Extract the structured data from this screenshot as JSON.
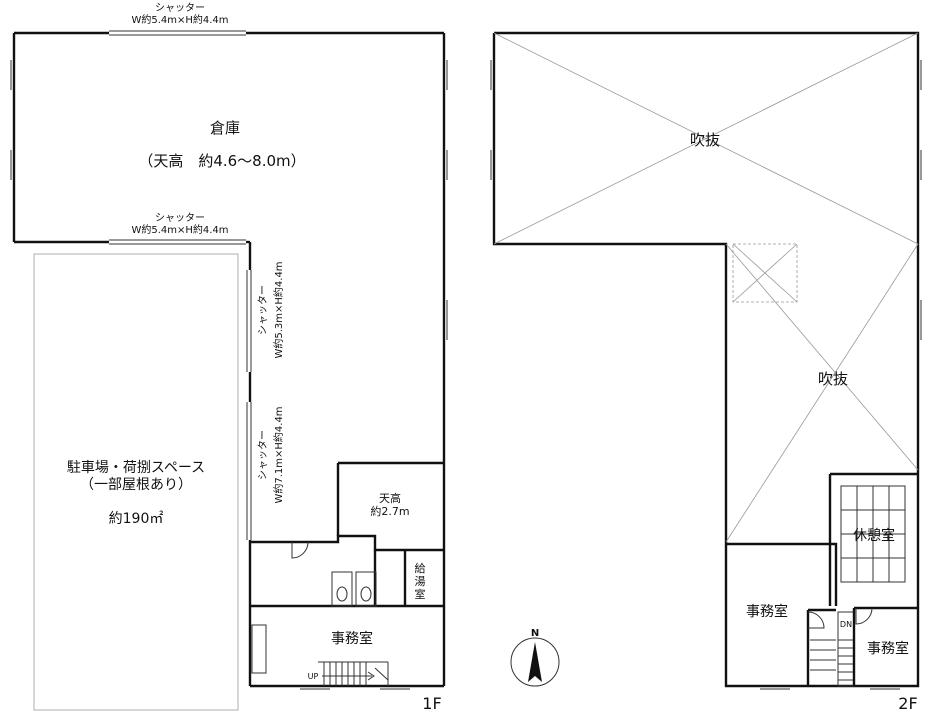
{
  "floor1": {
    "level_label": "1F",
    "warehouse": {
      "name": "倉庫",
      "ceiling": "（天高　約4.6〜8.0m）"
    },
    "shutter_top": {
      "title": "シャッター",
      "size": "W約5.4m×H約4.4m"
    },
    "shutter_middle": {
      "title": "シャッター",
      "size": "W約5.4m×H約4.4m"
    },
    "shutter_vertical_1": {
      "title": "シャッター",
      "size": "W約5.3m×H約4.4m"
    },
    "shutter_vertical_2": {
      "title": "シャッター",
      "size": "W約7.1m×H約4.4m"
    },
    "parking": {
      "line1": "駐車場・荷捌スペース",
      "line2": "（一部屋根あり）",
      "area": "約190㎡"
    },
    "low_ceiling": {
      "label": "天高",
      "value": "約2.7m"
    },
    "kitchenette": {
      "chars": [
        "給",
        "湯",
        "室"
      ]
    },
    "office": "事務室",
    "stairs_label": "UP"
  },
  "floor2": {
    "level_label": "2F",
    "void_top": "吹抜",
    "void_middle": "吹抜",
    "lounge": "休憩室",
    "office_left": "事務室",
    "office_right": "事務室",
    "stairs_label": "DN"
  },
  "compass": {
    "letter": "N"
  }
}
